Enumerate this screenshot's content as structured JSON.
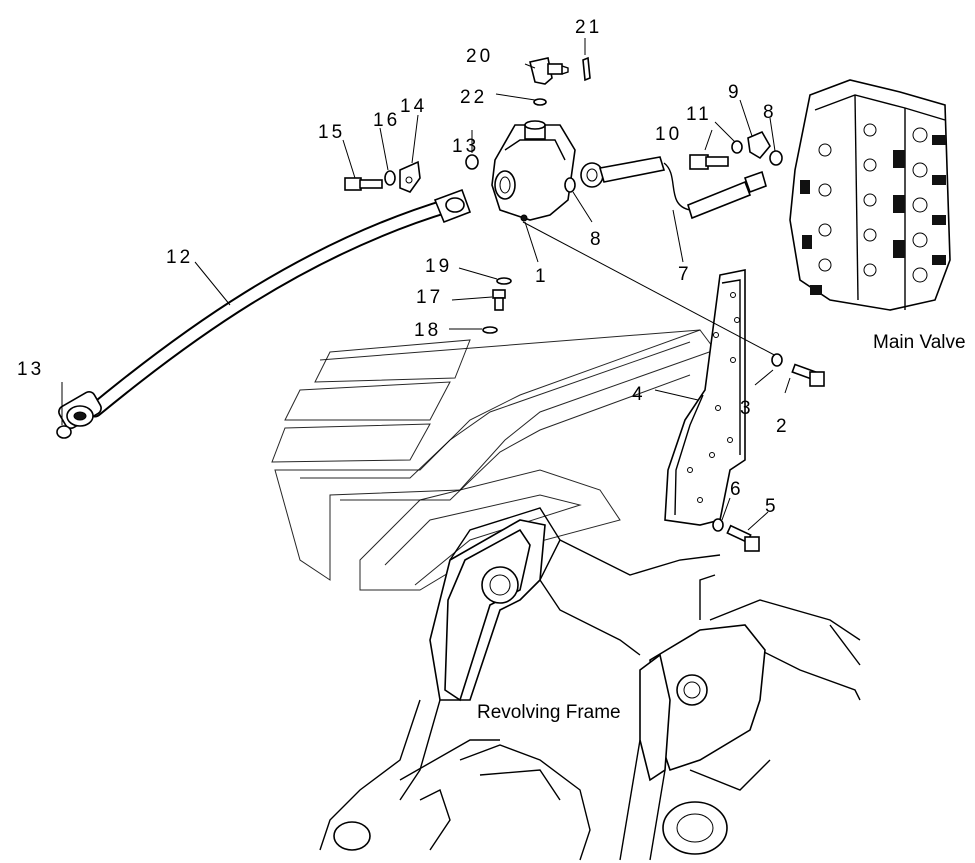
{
  "captions": {
    "main_valve": "Main Valve",
    "revolving_frame": "Revolving Frame"
  },
  "callouts": [
    {
      "id": "c1",
      "text": "1"
    },
    {
      "id": "c2",
      "text": "2"
    },
    {
      "id": "c3",
      "text": "3"
    },
    {
      "id": "c4",
      "text": "4"
    },
    {
      "id": "c5",
      "text": "5"
    },
    {
      "id": "c6",
      "text": "6"
    },
    {
      "id": "c7",
      "text": "7"
    },
    {
      "id": "c8a",
      "text": "8"
    },
    {
      "id": "c8b",
      "text": "8"
    },
    {
      "id": "c9",
      "text": "9"
    },
    {
      "id": "c10",
      "text": "10"
    },
    {
      "id": "c11",
      "text": "11"
    },
    {
      "id": "c12",
      "text": "12"
    },
    {
      "id": "c13a",
      "text": "13"
    },
    {
      "id": "c13b",
      "text": "13"
    },
    {
      "id": "c14",
      "text": "14"
    },
    {
      "id": "c15",
      "text": "15"
    },
    {
      "id": "c16",
      "text": "16"
    },
    {
      "id": "c17",
      "text": "17"
    },
    {
      "id": "c18",
      "text": "18"
    },
    {
      "id": "c19",
      "text": "19"
    },
    {
      "id": "c20",
      "text": "20"
    },
    {
      "id": "c21",
      "text": "21"
    },
    {
      "id": "c22",
      "text": "22"
    }
  ]
}
